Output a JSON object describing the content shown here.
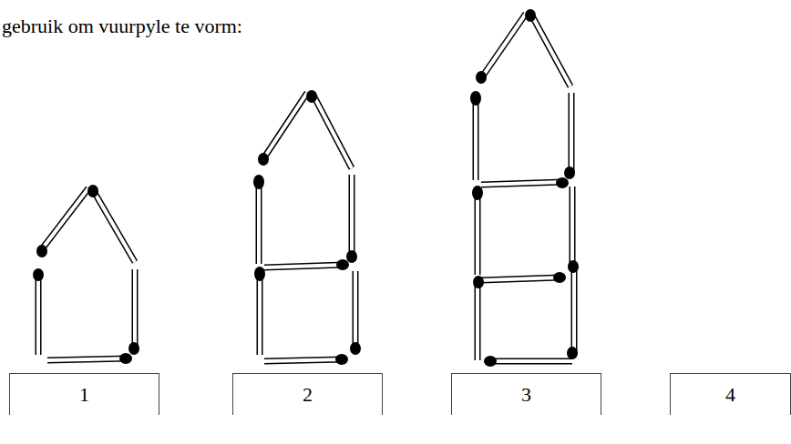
{
  "diagram": {
    "nodes": [
      {
        "text": [
          "1"
        ]
      },
      {
        "text": [
          "2"
        ]
      },
      {
        "text": [
          "3"
        ]
      },
      {
        "text": [
          "4"
        ]
      }
    ],
    "labels": [
      "gebruik om vuurpyle te vorm:"
    ]
  }
}
